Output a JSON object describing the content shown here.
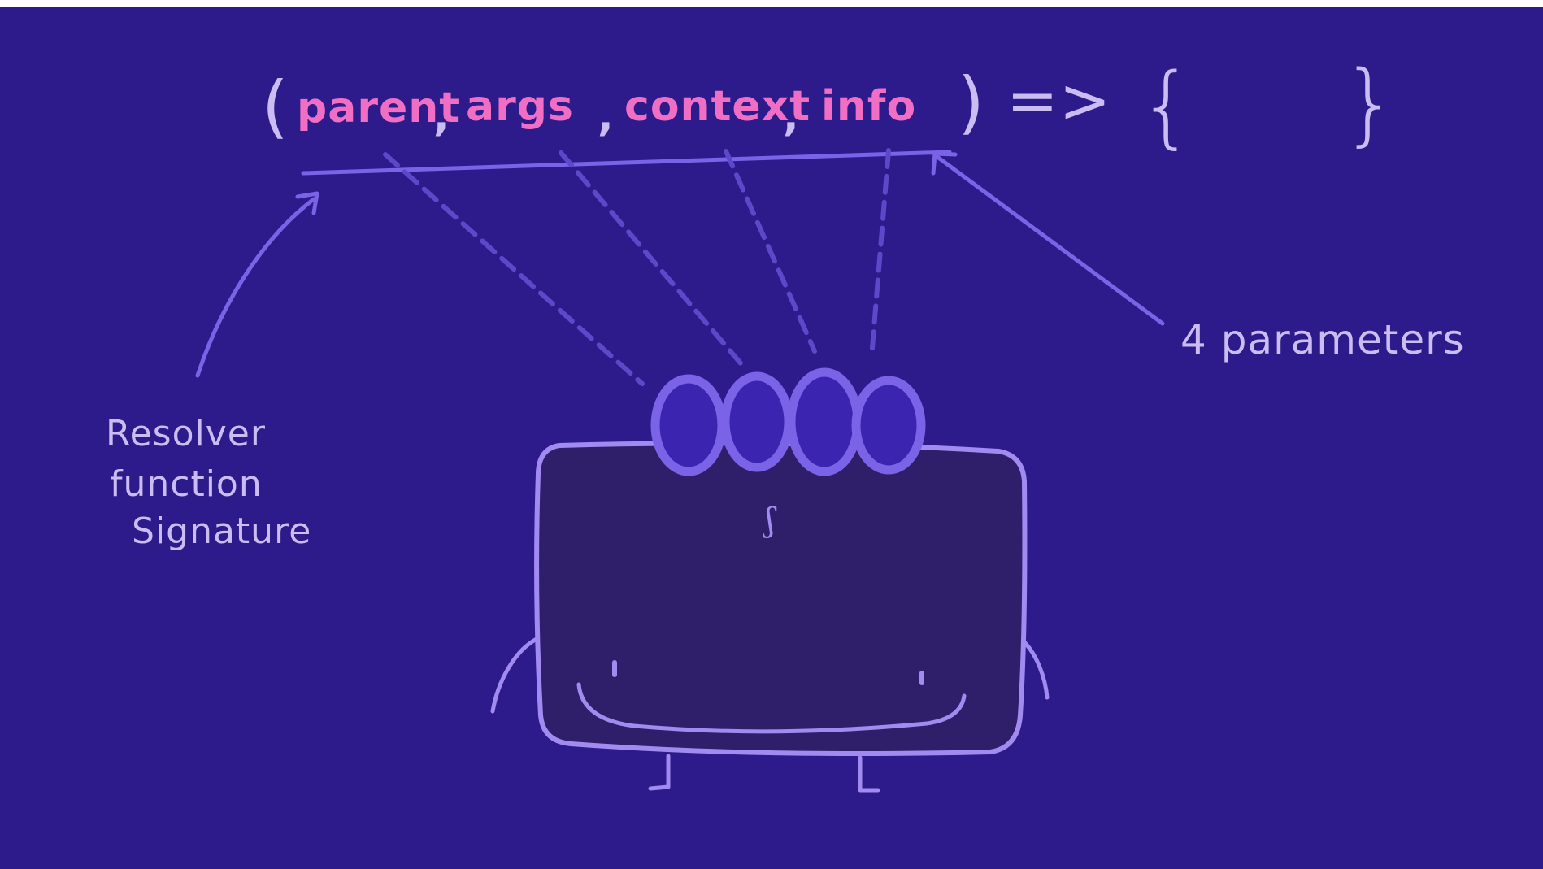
{
  "colors": {
    "background": "#2d1b8c",
    "frame": "#ffffff",
    "chalk": "#cbbdf2",
    "line": "#7a63e6",
    "params": "#f06fc4",
    "creature_body": "#2f1f6a",
    "eye_fill": "#3b24b0"
  },
  "signature": {
    "open_paren": "(",
    "params": [
      "parent",
      "args",
      "context",
      "info"
    ],
    "separators": [
      ",",
      ",",
      ","
    ],
    "close_paren": ")",
    "arrow": "=>",
    "open_brace": "{",
    "close_brace": "}"
  },
  "annotations": {
    "left_label_lines": [
      "Resolver",
      "function",
      "Signature"
    ],
    "right_label": "4 parameters"
  },
  "creature": {
    "eye_count": 4,
    "nose_glyph": "ʃ"
  }
}
